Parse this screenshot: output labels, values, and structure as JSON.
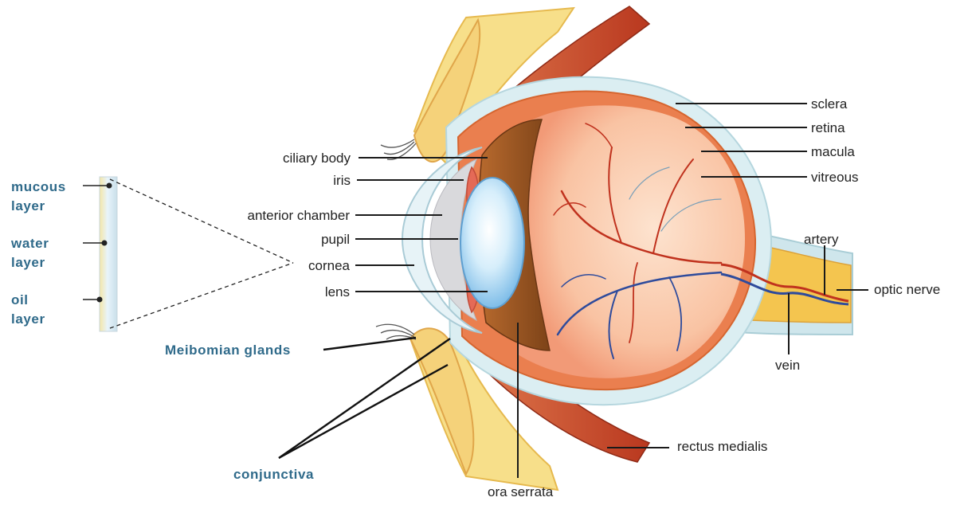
{
  "labels": {
    "sclera": "sclera",
    "retina": "retina",
    "macula": "macula",
    "vitreous": "vitreous",
    "artery": "artery",
    "optic_nerve": "optic nerve",
    "vein": "vein",
    "rectus_medialis": "rectus medialis",
    "ora_serrata": "ora serrata",
    "ciliary_body": "ciliary body",
    "iris": "iris",
    "anterior_chamber": "anterior chamber",
    "pupil": "pupil",
    "cornea": "cornea",
    "lens": "lens",
    "meibomian_glands": "Meibomian glands",
    "conjunctiva": "conjunctiva"
  },
  "tear_film": {
    "mucous": [
      "mucous",
      "layer"
    ],
    "water": [
      "water",
      "layer"
    ],
    "oil": [
      "oil",
      "layer"
    ]
  },
  "colors": {
    "label_text": "#222222",
    "highlight_text": "#2f6a8a",
    "sclera": "#dbeef2",
    "choroid": "#e8774a",
    "vitreous": "#f9cdb0",
    "lens": "#bfe3f6",
    "muscle": "#c9452b",
    "fat": "#f7e08a",
    "artery": "#c0321e",
    "vein": "#2e4b9c"
  }
}
